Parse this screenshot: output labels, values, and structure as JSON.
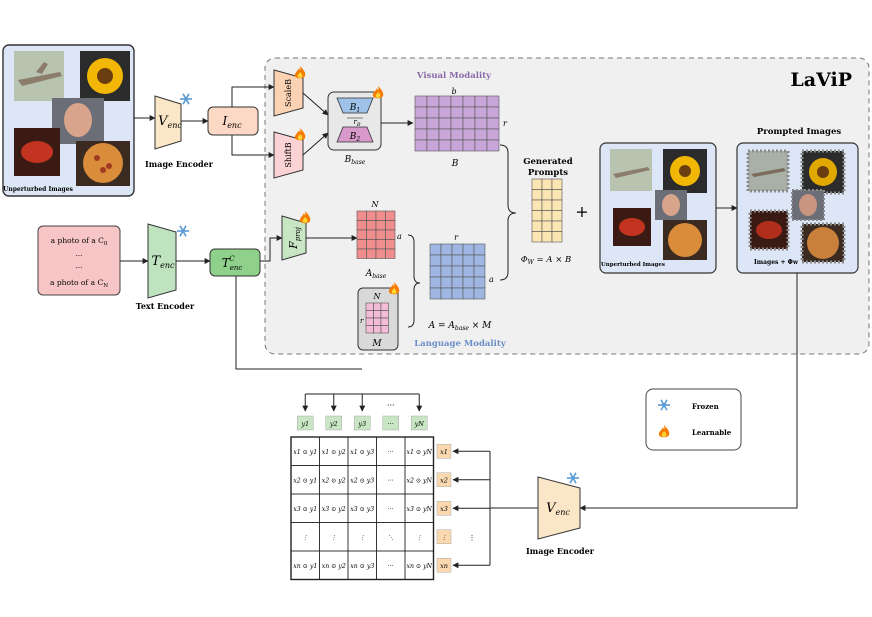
{
  "title": "LaViP",
  "labels": {
    "image_encoder_top": "Image Encoder",
    "image_encoder_bottom": "Image Encoder",
    "text_encoder": "Text Encoder",
    "unperturbed_images_left": "Unperturbed Images",
    "unperturbed_images_right": "Unperturbed Images",
    "prompted_images_title": "Prompted Images",
    "prompted_images_caption": "Images + Φw",
    "visual_modality": "Visual Modality",
    "language_modality": "Language Modality",
    "generated_prompts_line1": "Generated",
    "generated_prompts_line2": "Prompts",
    "phi_eq": "ΦW = A × B",
    "a_eq": "A = Abase × M",
    "plus": "+"
  },
  "text_prompts": {
    "first": "a photo of a C0",
    "dots1": "...",
    "dots2": "...",
    "last": "a photo of a CN"
  },
  "blocks": {
    "v_enc": "Venc",
    "i_enc": "Ienc",
    "t_enc": "Tenc",
    "t_enc_c": "TencC",
    "scale_b": "ScaleB",
    "shift_b": "ShiftB",
    "f_proj": "Fproj",
    "b1": "B1",
    "b2": "B2",
    "r_b": "rB",
    "b_base": "Bbase",
    "a_base": "Abase",
    "m": "M"
  },
  "dims": {
    "b_top": "b",
    "b_right": "r",
    "b_bottom": "B",
    "abase_top": "N",
    "abase_right": "a",
    "m_top": "N",
    "m_left": "r",
    "a_top": "r",
    "a_right": "a"
  },
  "legend": {
    "frozen": "Frozen",
    "learnable": "Learnable"
  },
  "similarity": {
    "y_labels": [
      "y1",
      "y2",
      "y3",
      "···",
      "yN"
    ],
    "x_labels": [
      "x1",
      "x2",
      "x3",
      "⋮",
      "xn"
    ],
    "rows": [
      [
        "x1 ⊙ y1",
        "x1 ⊙ y2",
        "x1 ⊙ y3",
        "···",
        "x1 ⊙ yN"
      ],
      [
        "x2 ⊙ y1",
        "x2 ⊙ y2",
        "x2 ⊙ y3",
        "···",
        "x2 ⊙ yN"
      ],
      [
        "x3 ⊙ y1",
        "x3 ⊙ y2",
        "x3 ⊙ y3",
        "···",
        "x3 ⊙ yN"
      ],
      [
        "⋮",
        "⋮",
        "⋮",
        "⋱",
        "⋮"
      ],
      [
        "xn ⊙ y1",
        "xn ⊙ y2",
        "xn ⊙ y3",
        "···",
        "xn ⊙ yN"
      ]
    ],
    "top_dots": "···"
  },
  "colors": {
    "image_panel_bg": "#dde6f7",
    "visual_grid": "#c9a6d9",
    "lang_grid": "#9fb6e3",
    "abase_grid": "#f08e8e",
    "m_grid": "#f5bcd8",
    "prompt_grid": "#fbe6b3",
    "frozen_blue": "#6fa8dc",
    "fire_orange": "#f57c00"
  }
}
